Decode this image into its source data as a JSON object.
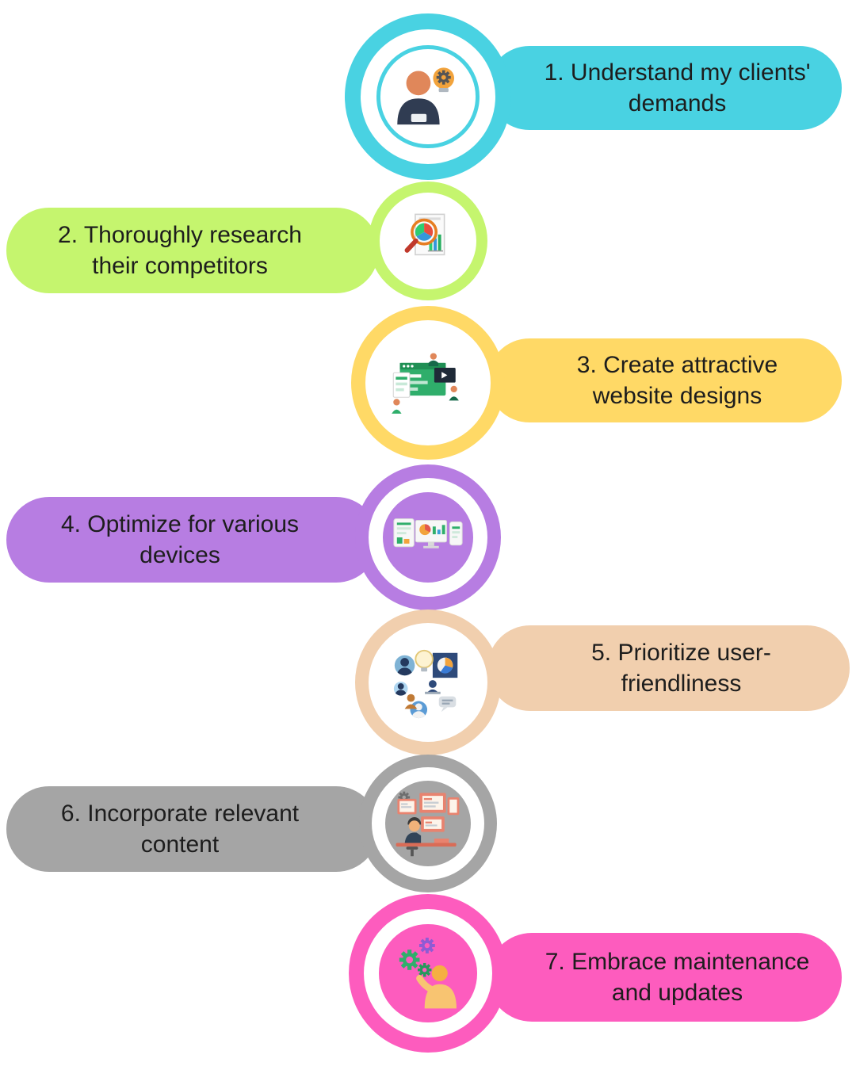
{
  "figure": {
    "background": "#ffffff",
    "text_color": "#1d1d1d"
  },
  "steps": [
    {
      "label": "1. Understand my clients' demands",
      "color": "#49d2e2",
      "inner_bg": "#ffffff",
      "side": "right",
      "icon": "idea-person-icon"
    },
    {
      "label": "2. Thoroughly research their competitors",
      "color": "#c5f56e",
      "inner_bg": "#ffffff",
      "side": "left",
      "icon": "magnifier-analytics-icon"
    },
    {
      "label": "3. Create attractive website designs",
      "color": "#ffd966",
      "inner_bg": "#ffffff",
      "side": "right",
      "icon": "website-builder-icon"
    },
    {
      "label": "4. Optimize for various devices",
      "color": "#b77de2",
      "inner_bg": "#b77de2",
      "side": "left",
      "icon": "multi-device-icon"
    },
    {
      "label": "5. Prioritize user-friendliness",
      "color": "#f1cfae",
      "inner_bg": "#ffffff",
      "side": "right",
      "icon": "user-research-icon"
    },
    {
      "label": "6. Incorporate relevant content",
      "color": "#a5a5a5",
      "inner_bg": "#a5a5a5",
      "side": "left",
      "icon": "content-workstation-icon"
    },
    {
      "label": "7. Embrace maintenance and updates",
      "color": "#fd5cbe",
      "inner_bg": "#fd5cbe",
      "side": "right",
      "icon": "gears-maintenance-icon"
    }
  ]
}
